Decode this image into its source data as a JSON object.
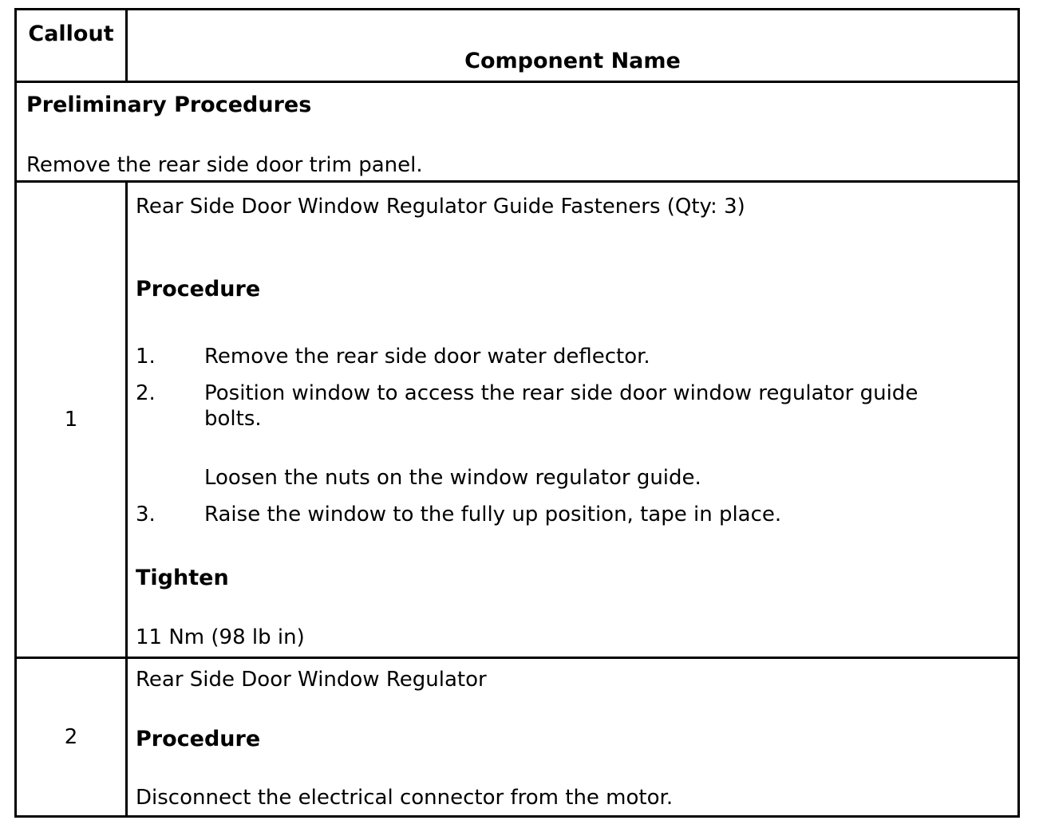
{
  "table": {
    "header": {
      "callout_label": "Callout",
      "component_label": "Component Name"
    },
    "preliminary": {
      "title": "Preliminary Procedures",
      "text": "Remove the rear side door trim panel."
    },
    "rows": [
      {
        "callout": "1",
        "component": "Rear Side Door Window Regulator Guide Fasteners (Qty: 3)",
        "procedure_label": "Procedure",
        "steps": [
          {
            "num": "1.",
            "text": "Remove the rear side door water deflector."
          },
          {
            "num": "2.",
            "text": "Position window to access the rear side door window regulator guide bolts.",
            "extra": "Loosen the nuts on the window regulator guide."
          },
          {
            "num": "3.",
            "text": "Raise the window to the fully up position, tape in place."
          }
        ],
        "tighten_label": "Tighten",
        "tighten_value": "11 Nm (98 lb in)"
      },
      {
        "callout": "2",
        "component": "Rear Side Door Window Regulator",
        "procedure_label": "Procedure",
        "procedure_text": "Disconnect the electrical connector from the motor."
      }
    ]
  }
}
